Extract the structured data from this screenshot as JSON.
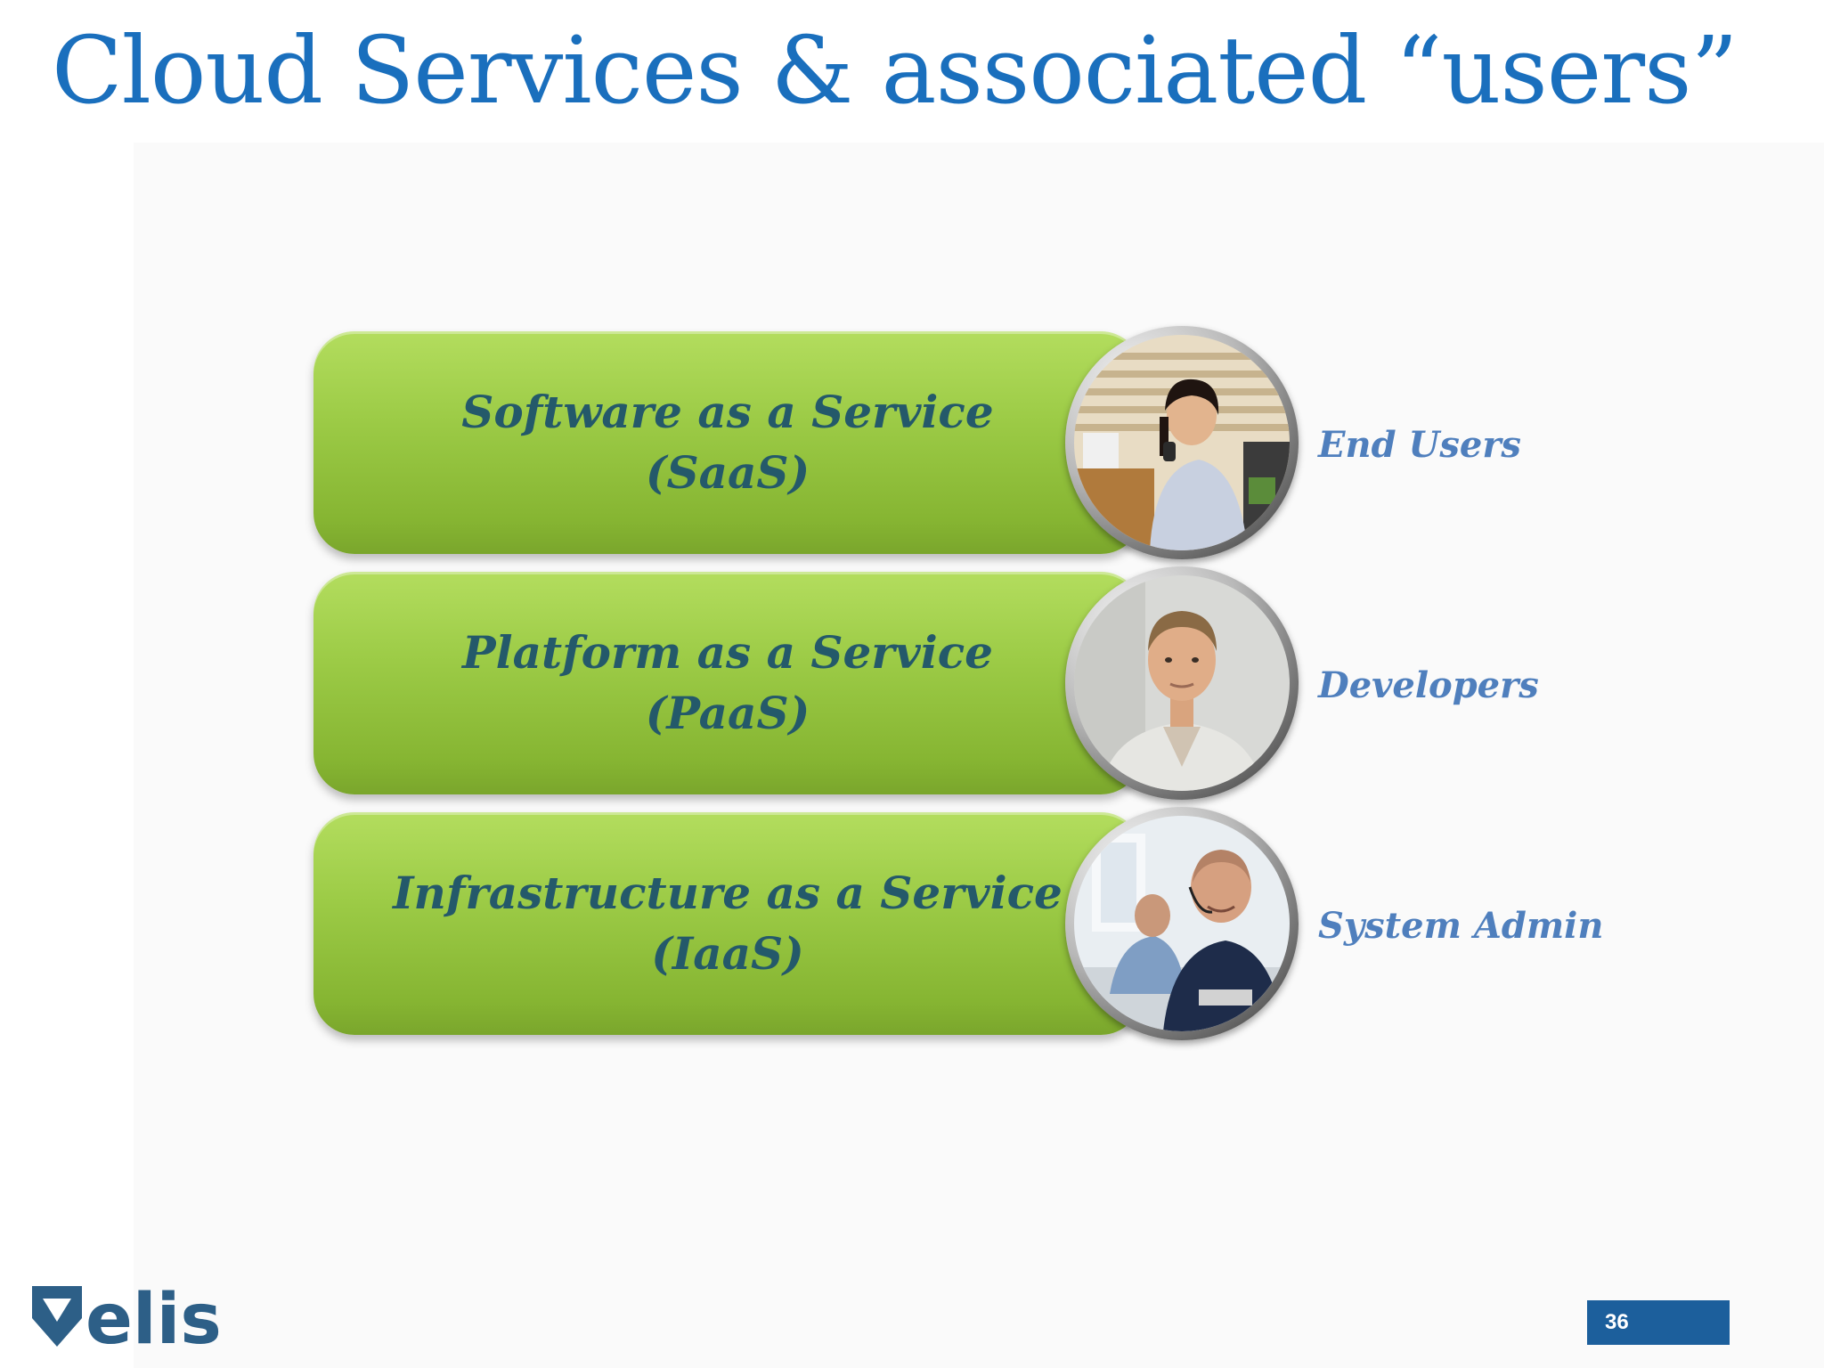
{
  "slide": {
    "title": "Cloud Services  & associated “users”",
    "page_number": "36",
    "logo_text": "elis"
  },
  "services": [
    {
      "line1": "Software as a Service",
      "line2": "(SaaS)",
      "user": "End Users",
      "photo_icon": "office-worker-on-phone-photo"
    },
    {
      "line1": "Platform as a Service",
      "line2": "(PaaS)",
      "user": "Developers",
      "photo_icon": "developer-portrait-photo"
    },
    {
      "line1": "Infrastructure as a Service",
      "line2": "(IaaS)",
      "user": "System Admin",
      "photo_icon": "support-team-headset-photo"
    }
  ],
  "colors": {
    "title": "#1a6fbd",
    "pill_green": "#9ccb46",
    "pill_text": "#24596a",
    "user_label": "#4f7fbd",
    "page_box": "#1c5f9c",
    "logo": "#2d5f87"
  }
}
